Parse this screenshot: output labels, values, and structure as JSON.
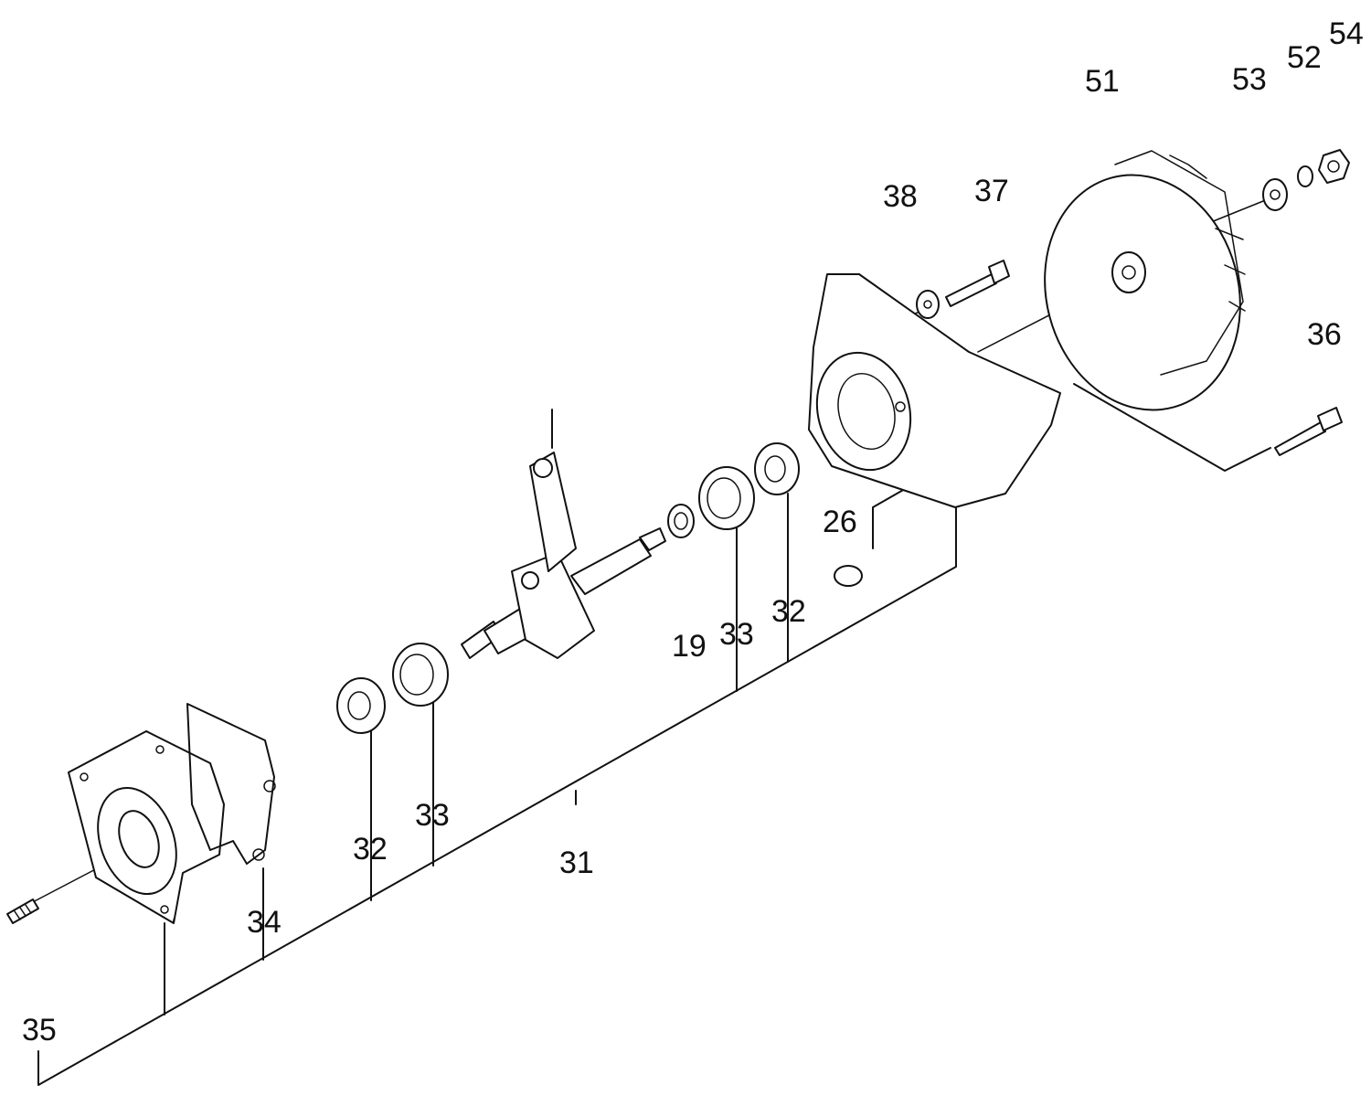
{
  "callouts": {
    "c31": "31",
    "c32a": "32",
    "c33a": "33",
    "c32b": "32",
    "c33b": "33",
    "c19": "19",
    "c34": "34",
    "c35": "35",
    "c26": "26",
    "c38": "38",
    "c37": "37",
    "c36": "36",
    "c51": "51",
    "c53": "53",
    "c52": "52",
    "c54": "54"
  }
}
